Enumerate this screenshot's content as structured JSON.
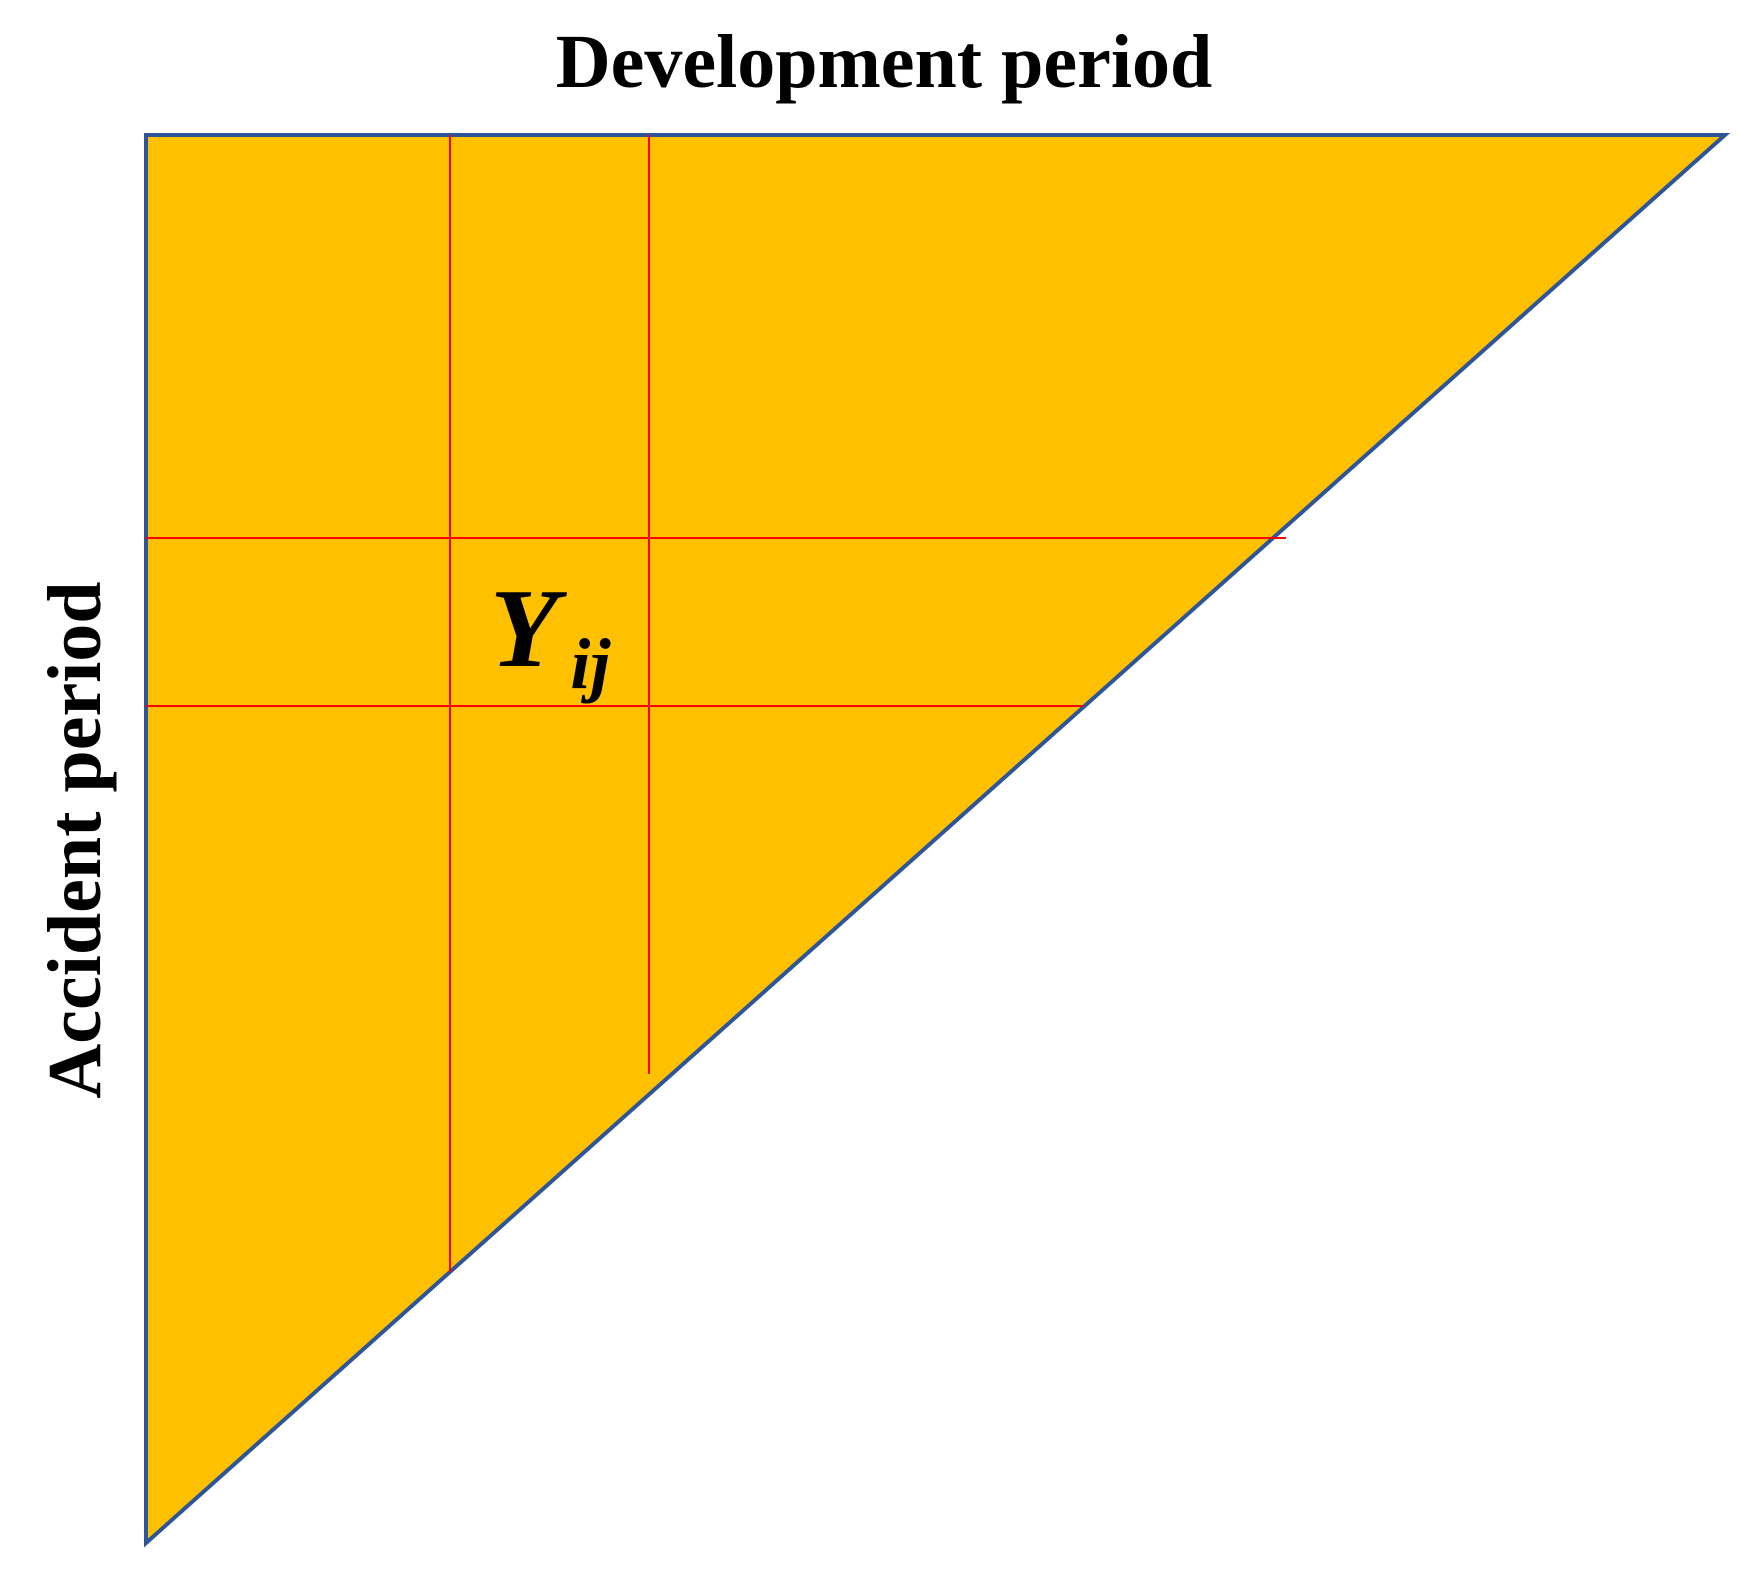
{
  "diagram": {
    "top_label": "Development period",
    "left_label": "Accident period",
    "cell_label": {
      "main": "Y",
      "subscript": "ij"
    }
  },
  "colors": {
    "triangle_fill": "#FFC000",
    "triangle_border": "#2E5597",
    "grid_lines": "#FF0000",
    "text": "#000000",
    "background": "#FFFFFF"
  }
}
